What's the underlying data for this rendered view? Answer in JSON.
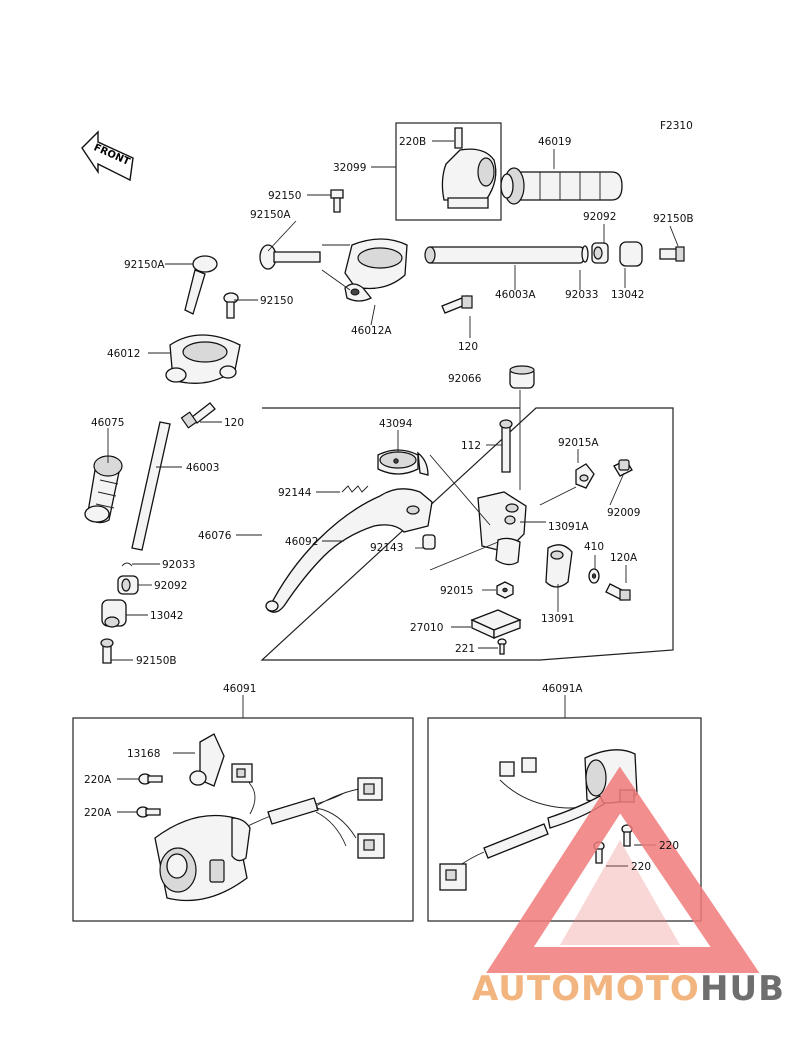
{
  "figure_code": "F2310",
  "front_label": "FRONT",
  "watermark": {
    "part1": "AUTOMOTO",
    "part2": "HUB",
    "color1": "#f2a96b",
    "color2": "#555555",
    "triangle_color": "#f07b7b"
  },
  "labels": {
    "l220B": "220B",
    "l32099": "32099",
    "l46019": "46019",
    "l92150_top": "92150",
    "l92150A_top": "92150A",
    "l92092_r": "92092",
    "l92150B_r": "92150B",
    "l92033_r": "92033",
    "l46003A": "46003A",
    "l13042_r": "13042",
    "l46012A": "46012A",
    "l120_top": "120",
    "l92150A_left": "92150A",
    "l92150_left": "92150",
    "l46012": "46012",
    "l120_left": "120",
    "l46075": "46075",
    "l46003": "46003",
    "l92033_l": "92033",
    "l92092_l": "92092",
    "l13042_l": "13042",
    "l92150B_l": "92150B",
    "l92066": "92066",
    "l43094": "43094",
    "l112": "112",
    "l92015A": "92015A",
    "l92144": "92144",
    "l92009": "92009",
    "l13091A": "13091A",
    "l46076": "46076",
    "l46092": "46092",
    "l92143": "92143",
    "l410": "410",
    "l120A": "120A",
    "l92015": "92015",
    "l13091": "13091",
    "l27010": "27010",
    "l221": "221",
    "l46091": "46091",
    "l46091A": "46091A",
    "l13168": "13168",
    "l220A_1": "220A",
    "l220A_2": "220A",
    "l220_1": "220",
    "l220_2": "220"
  }
}
